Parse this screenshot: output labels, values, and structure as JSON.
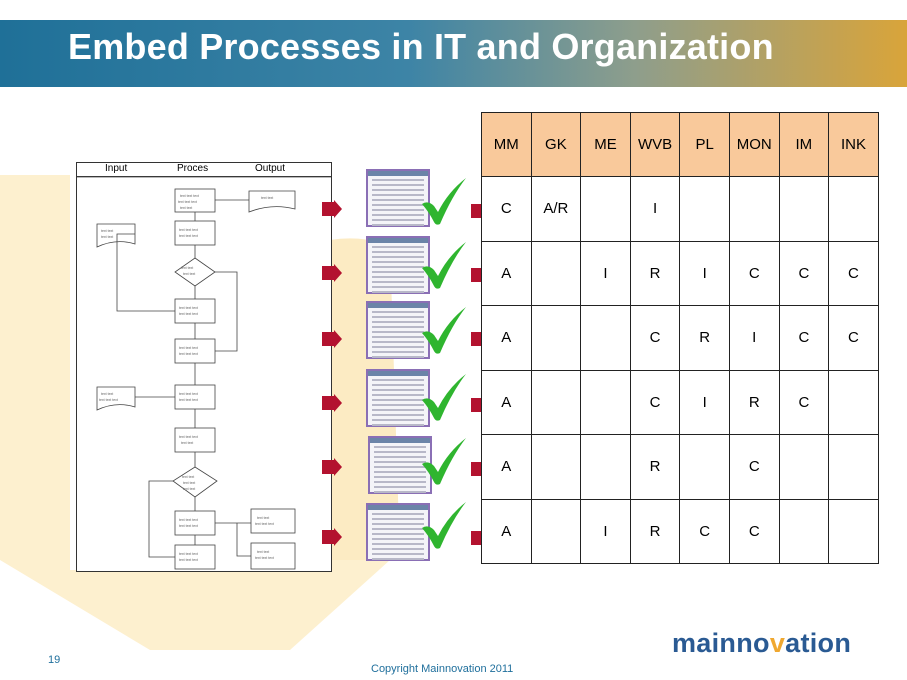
{
  "slide": {
    "title": "Embed Processes in IT and Organization",
    "page_number": "19",
    "copyright": "Copyright Mainnovation 2011",
    "logo": {
      "part1": "mainno",
      "accent": "v",
      "part2": "ation"
    }
  },
  "flowchart": {
    "headers": [
      "Input",
      "Proces",
      "Output"
    ]
  },
  "raci_table": {
    "columns": [
      "MM",
      "GK",
      "ME",
      "WVB",
      "PL",
      "MON",
      "IM",
      "INK"
    ],
    "rows": [
      [
        "C",
        "A/R",
        "",
        "I",
        "",
        "",
        "",
        ""
      ],
      [
        "A",
        "",
        "I",
        "R",
        "I",
        "C",
        "C",
        "C"
      ],
      [
        "A",
        "",
        "",
        "C",
        "R",
        "I",
        "C",
        "C"
      ],
      [
        "A",
        "",
        "",
        "C",
        "I",
        "R",
        "C",
        ""
      ],
      [
        "A",
        "",
        "",
        "R",
        "",
        "C",
        "",
        ""
      ],
      [
        "A",
        "",
        "I",
        "R",
        "C",
        "C",
        "",
        ""
      ]
    ]
  },
  "colors": {
    "title_gradient_start": "#1f7098",
    "title_gradient_end": "#d9a43a",
    "header_fill": "#f9c99b",
    "arrow": "#b3122f",
    "check": "#2fb52f",
    "thumbnail_border": "#8a6fb5"
  },
  "icons": [
    "arrow-right-icon",
    "checkmark-icon",
    "document-thumbnail"
  ]
}
